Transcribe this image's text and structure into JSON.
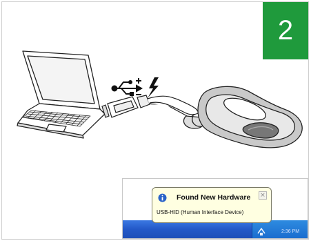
{
  "step_badge": {
    "number": "2",
    "color": "#1f9a3c"
  },
  "illustration": {
    "laptop": "laptop-icon",
    "usb_symbol": "usb-icon",
    "power_symbol": "lightning-icon",
    "usb_plug": "usb-plug-icon",
    "device": "hid-device-icon"
  },
  "notification": {
    "title": "Found New Hardware",
    "message": "USB-HID (Human Interface Device)",
    "close_label": "×",
    "clock": "2:36 PM"
  }
}
